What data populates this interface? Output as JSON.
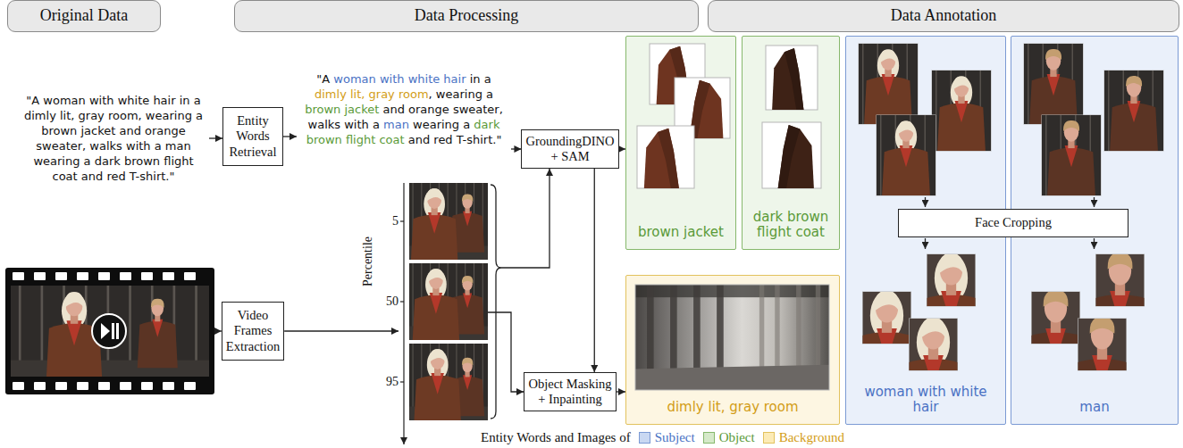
{
  "diagram": {
    "nodes": [
      {
        "text": [
          "Original Data"
        ]
      },
      {
        "text": [
          "Data Processing"
        ]
      },
      {
        "text": [
          "Data Annotation"
        ]
      },
      {
        "text": [
          "\"A woman with white hair in a dimly lit, gray room, wearing a brown jacket and orange sweater, walks with a man wearing a dark brown flight coat and red T-shirt.\""
        ]
      },
      {
        "text": [
          "Entity Words Retrieval"
        ]
      },
      {
        "text": [
          "Video Frames Extraction"
        ]
      },
      {
        "text": [
          "\"A woman with white hair in a dimly lit, gray room, wearing a brown jacket and orange sweater, walks with a man wearing a dark brown flight coat and red T-shirt.\""
        ]
      },
      {
        "text": [
          "GroundingDINO + SAM"
        ]
      },
      {
        "text": [
          "Object Masking + Inpainting"
        ]
      },
      {
        "text": [
          "brown jacket"
        ]
      },
      {
        "text": [
          "dark brown flight coat"
        ]
      },
      {
        "text": [
          "dimly lit, gray room"
        ]
      },
      {
        "text": [
          "woman with white hair"
        ]
      },
      {
        "text": [
          "man"
        ]
      },
      {
        "text": [
          "Face Cropping"
        ]
      }
    ],
    "edges": [
      {
        "from": 3,
        "to": 4,
        "arrow": "to"
      },
      {
        "from": 4,
        "to": 6,
        "arrow": "to"
      },
      {
        "from": 6,
        "to": 7,
        "arrow": "to"
      },
      {
        "from": 7,
        "to": 9,
        "arrow": "to"
      },
      {
        "from": 7,
        "to": 8,
        "arrow": "to"
      },
      {
        "from": 8,
        "to": 11,
        "arrow": "to"
      }
    ],
    "labels": [
      "Percentile",
      "5",
      "50",
      "95",
      "Entity Words and Images of"
    ],
    "legend": [
      {
        "text": "Subject",
        "color": "#c9d8f2"
      },
      {
        "text": "Object",
        "color": "#d5e9c9"
      },
      {
        "text": "Background",
        "color": "#fcebb6"
      }
    ]
  }
}
